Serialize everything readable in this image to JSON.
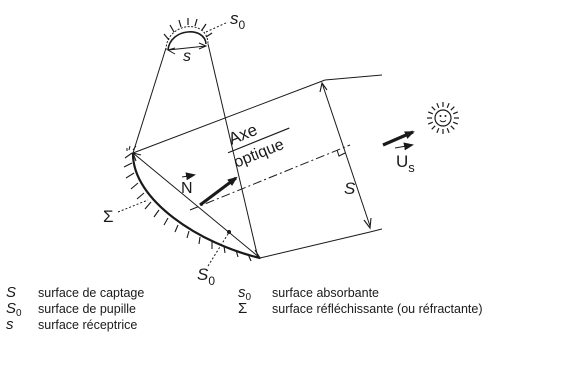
{
  "diagram": {
    "labels": {
      "s0_top": "s",
      "s0_top_sub": "0",
      "s_top": "s",
      "axe": "Axe",
      "optique": "optique",
      "N": "N",
      "Us": "U",
      "Us_sub": "s",
      "S_dim": "S",
      "Sigma": "Σ",
      "S0_bottom": "S",
      "S0_bottom_sub": "0"
    }
  },
  "legend": {
    "left": [
      {
        "symbol": "S",
        "sub": "",
        "text": "surface de captage"
      },
      {
        "symbol": "S",
        "sub": "0",
        "text": "surface de pupille"
      },
      {
        "symbol": "s",
        "sub": "",
        "text": "surface réceptrice"
      }
    ],
    "right": [
      {
        "symbol": "s",
        "sub": "0",
        "text": "surface absorbante"
      },
      {
        "symbol": "Σ",
        "sub": "",
        "text": "surface réfléchissante (ou réfractante)"
      }
    ]
  }
}
